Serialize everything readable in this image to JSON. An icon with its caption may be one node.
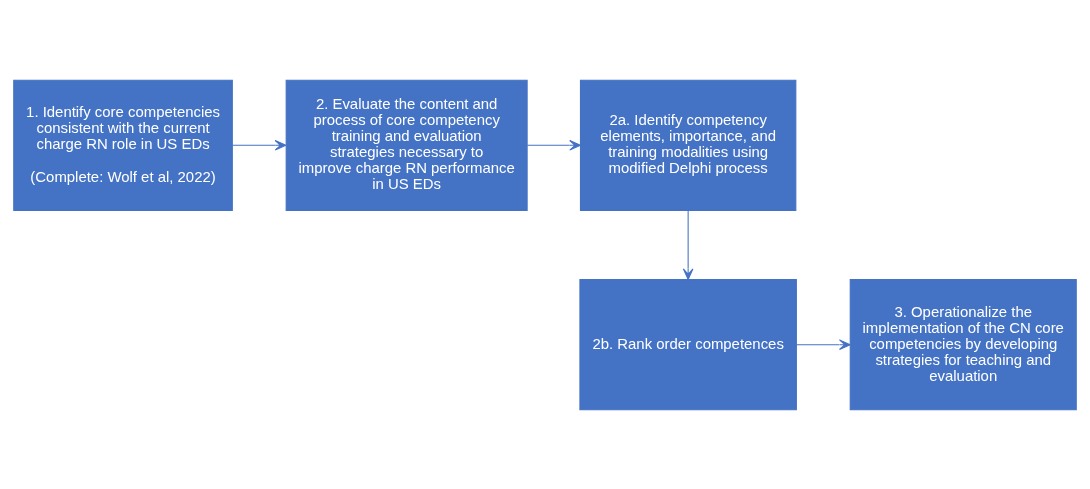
{
  "diagram": {
    "nodes": [
      {
        "text": [
          "1. Identify core competencies consistent with the current charge RN role in US EDs",
          "(Complete: Wolf et al, 2022)"
        ]
      },
      {
        "text": [
          "2. Evaluate the content and process of core competency training and evaluation strategies necessary to improve charge RN performance in US EDs"
        ]
      },
      {
        "text": [
          "2a. Identify competency elements, importance, and training modalities using modified Delphi process"
        ]
      },
      {
        "text": [
          "2b. Rank order competences"
        ]
      },
      {
        "text": [
          "3. Operationalize the implementation of the CN core competencies by developing strategies for teaching and evaluation"
        ]
      }
    ],
    "edges": [
      {
        "from": 0,
        "to": 1,
        "arrow": "to"
      },
      {
        "from": 1,
        "to": 2,
        "arrow": "to"
      },
      {
        "from": 2,
        "to": 3,
        "arrow": "to"
      },
      {
        "from": 3,
        "to": 4,
        "arrow": "to"
      }
    ]
  }
}
